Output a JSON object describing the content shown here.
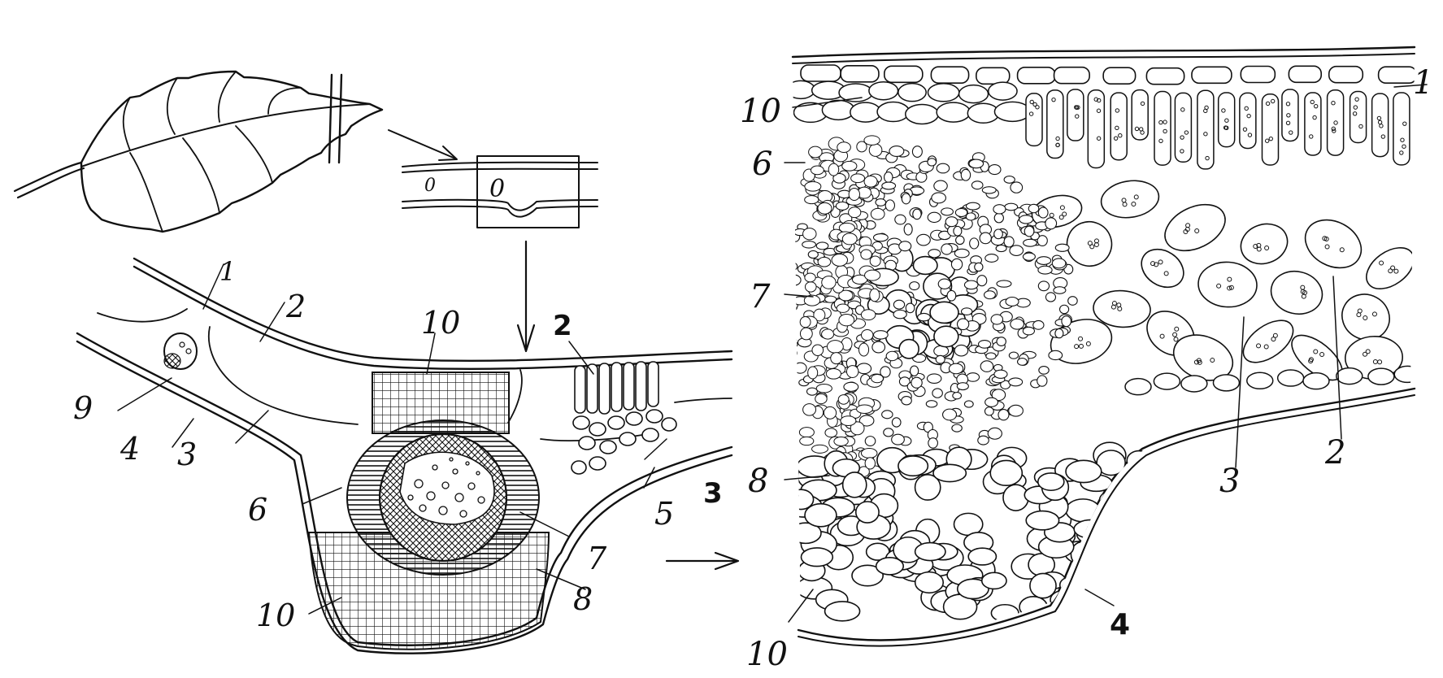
{
  "colors": {
    "ink": "#111111",
    "paper": "#ffffff"
  },
  "small_cross_section": {
    "labels": [
      "0",
      "0"
    ]
  },
  "left_diagram": {
    "labels": [
      "1",
      "2",
      "3",
      "4",
      "5",
      "6",
      "7",
      "8",
      "9",
      "10",
      "10",
      "2",
      "3"
    ]
  },
  "right_section": {
    "labels": [
      "1",
      "10",
      "6",
      "7",
      "8",
      "10",
      "2",
      "3",
      "4"
    ]
  }
}
